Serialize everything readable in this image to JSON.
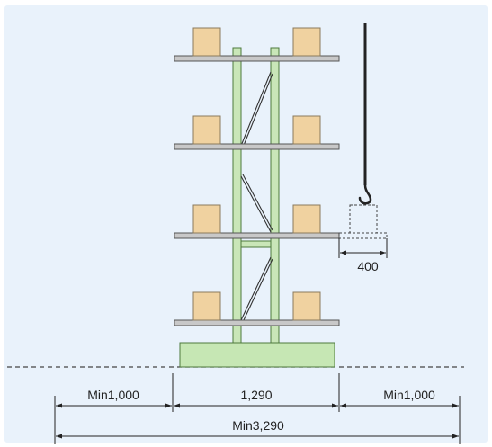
{
  "colors": {
    "background": "#e9f2fb",
    "upright_fill": "#c9e6b8",
    "upright_stroke": "#4d7a3c",
    "base_fill": "#c6e7b4",
    "shelf_fill": "#c8c8c8",
    "box_fill": "#f0d2a0",
    "box_stroke": "#8a7a5c",
    "line": "#222222"
  },
  "icons": {
    "crane_hook": "crane-hook-icon",
    "dashed_load": "dashed-box-outline"
  },
  "dimensions": {
    "left_clearance": "Min1,000",
    "rack_width": "1,290",
    "right_clearance": "Min1,000",
    "total_width": "Min3,290",
    "arm_extension": "400"
  }
}
